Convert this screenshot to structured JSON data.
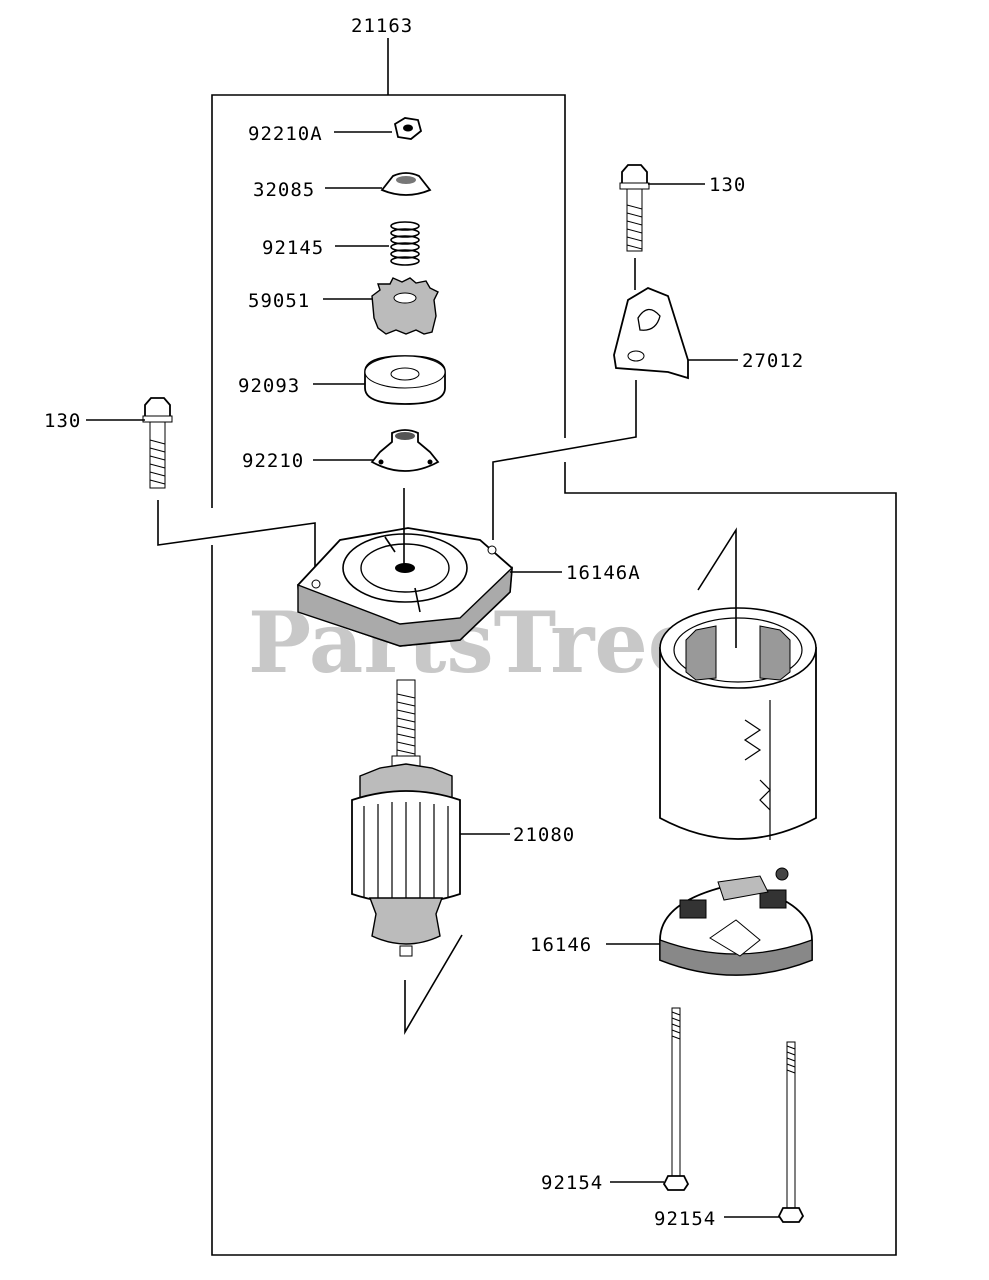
{
  "watermark": "PartsTree",
  "labels": {
    "starter_assy": "21163",
    "nut": "92210A",
    "collar": "32085",
    "spring": "92145",
    "pinion_gear": "59051",
    "washer": "92093",
    "clutch_nut": "92210",
    "bolt_left": "130",
    "bolt_right": "130",
    "bracket": "27012",
    "front_cover": "16146A",
    "armature": "21080",
    "brush_holder": "16146",
    "through_bolt_1": "92154",
    "through_bolt_2": "92154"
  }
}
